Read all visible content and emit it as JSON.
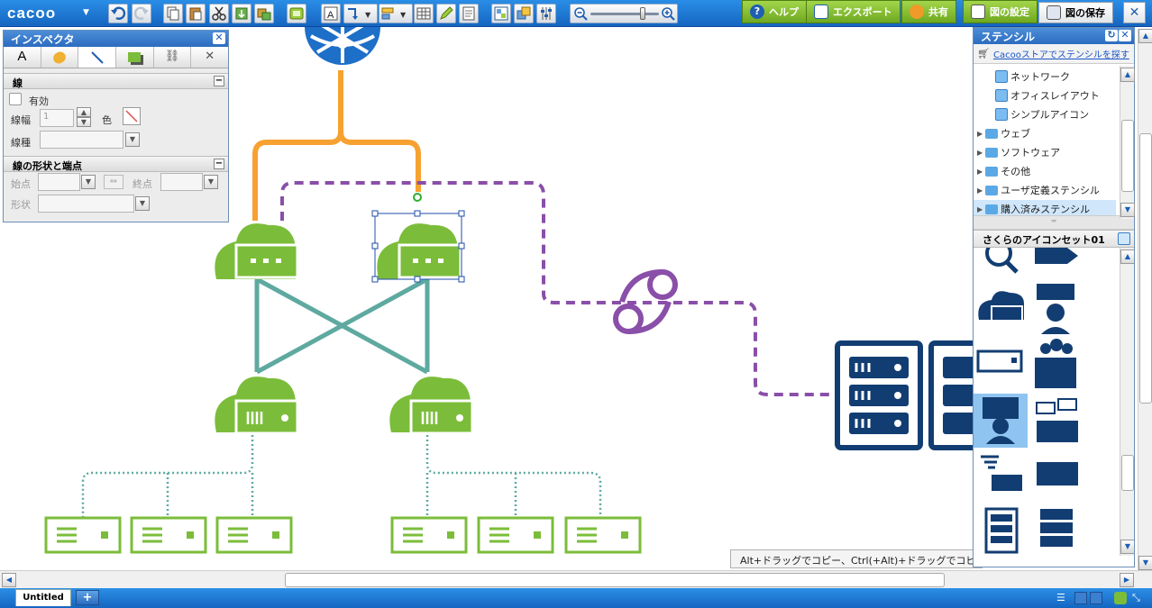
{
  "app": {
    "logo": "cacoo"
  },
  "toolbar": {
    "help_label": "ヘルプ",
    "export_label": "エクスポート",
    "share_label": "共有",
    "settings_label": "図の設定",
    "save_label": "図の保存",
    "close_label": "✕"
  },
  "inspector": {
    "title": "インスペクタ",
    "close": "✕",
    "tab_text_glyph": "A",
    "section_line": "線",
    "enabled_label": "有効",
    "width_label": "線幅",
    "width_value": "1",
    "color_label": "色",
    "linetype_label": "線種",
    "section_shape": "線の形状と端点",
    "start_label": "始点",
    "end_label": "終点",
    "shape_label": "形状",
    "collapse_glyph": "−"
  },
  "stencil": {
    "title": "ステンシル",
    "store_link": "Cacooストアでステンシルを探す",
    "tree": [
      {
        "label": "ネットワーク",
        "kind": "stamp"
      },
      {
        "label": "オフィスレイアウト",
        "kind": "stamp"
      },
      {
        "label": "シンプルアイコン",
        "kind": "stamp"
      },
      {
        "label": "ウェブ",
        "kind": "folder"
      },
      {
        "label": "ソフトウェア",
        "kind": "folder"
      },
      {
        "label": "その他",
        "kind": "folder"
      },
      {
        "label": "ユーザ定義ステンシル",
        "kind": "folder"
      },
      {
        "label": "購入済みステンシル",
        "kind": "folder",
        "selected": true
      }
    ],
    "set_title": "さくらのアイコンセット01"
  },
  "canvas": {
    "hint_text": "Alt+ドラッグでコピー、Ctrl(+Alt)+ドラッグでコピ"
  },
  "tabs": {
    "current": "Untitled",
    "add": "+"
  },
  "colors": {
    "toolbar_blue": "#1b7bd8",
    "cloud_green": "#7bbd3a",
    "server_navy": "#123d72",
    "orange_link": "#f7a130",
    "purple_link": "#8a4fa8",
    "teal_link": "#5ea9a0",
    "selection": "#1f4ea8"
  },
  "icons": [
    "undo-icon",
    "redo-icon",
    "copy-icon",
    "paste-icon",
    "cut-icon",
    "group-icon",
    "ungroup-icon",
    "image-icon",
    "text-icon",
    "connector-icon",
    "align-icon",
    "table-icon",
    "pen-icon",
    "note-icon",
    "arrange-icon",
    "layer-icon",
    "adjust-icon",
    "zoom-out-icon",
    "zoom-in-icon"
  ]
}
